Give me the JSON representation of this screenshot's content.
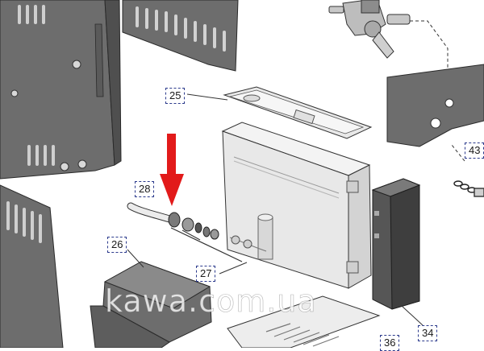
{
  "diagram": {
    "labels": [
      {
        "id": "part-25",
        "text": "25"
      },
      {
        "id": "part-28",
        "text": "28"
      },
      {
        "id": "part-26",
        "text": "26"
      },
      {
        "id": "part-27",
        "text": "27"
      },
      {
        "id": "part-43",
        "text": "43"
      },
      {
        "id": "part-34",
        "text": "34"
      },
      {
        "id": "part-36",
        "text": "36"
      }
    ],
    "watermark": "kawa.com.ua",
    "colors": {
      "label_border": "#2b3a8c",
      "arrow": "#e21a1a",
      "body_panels": "#6f6f6f",
      "tank": "#e8e8e8"
    }
  }
}
